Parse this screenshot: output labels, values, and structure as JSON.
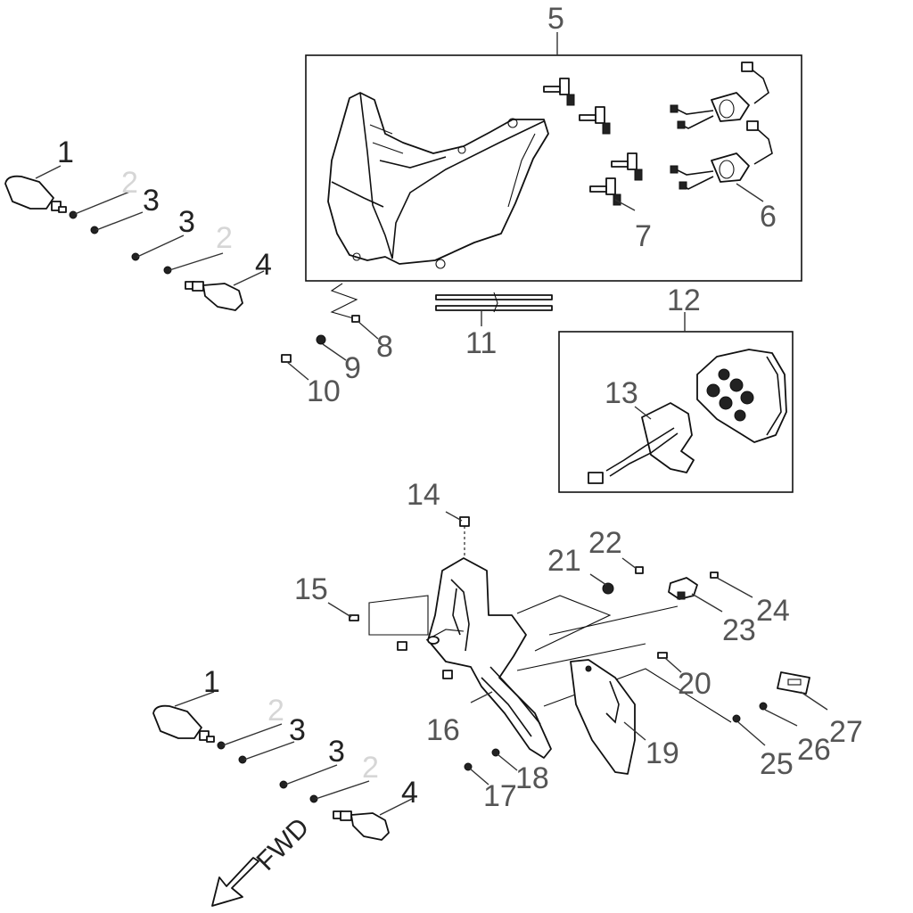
{
  "callouts": {
    "c1_top": "1",
    "c2_top_a": "2",
    "c3_top_a": "3",
    "c3_top_b": "3",
    "c2_top_b": "2",
    "c4_top": "4",
    "c5": "5",
    "c6": "6",
    "c7": "7",
    "c8": "8",
    "c9": "9",
    "c10": "10",
    "c11": "11",
    "c12": "12",
    "c13": "13",
    "c14": "14",
    "c15": "15",
    "c16": "16",
    "c17": "17",
    "c18": "18",
    "c19": "19",
    "c20": "20",
    "c21": "21",
    "c22": "22",
    "c23": "23",
    "c24": "24",
    "c25": "25",
    "c26": "26",
    "c27": "27",
    "c1_bot": "1",
    "c2_bot_a": "2",
    "c3_bot_a": "3",
    "c3_bot_b": "3",
    "c2_bot_b": "2",
    "c4_bot": "4"
  },
  "direction_label": "FWD",
  "colors": {
    "line": "#111111",
    "label": "#555555",
    "faint_label": "#d6d6d6",
    "background": "#ffffff"
  }
}
